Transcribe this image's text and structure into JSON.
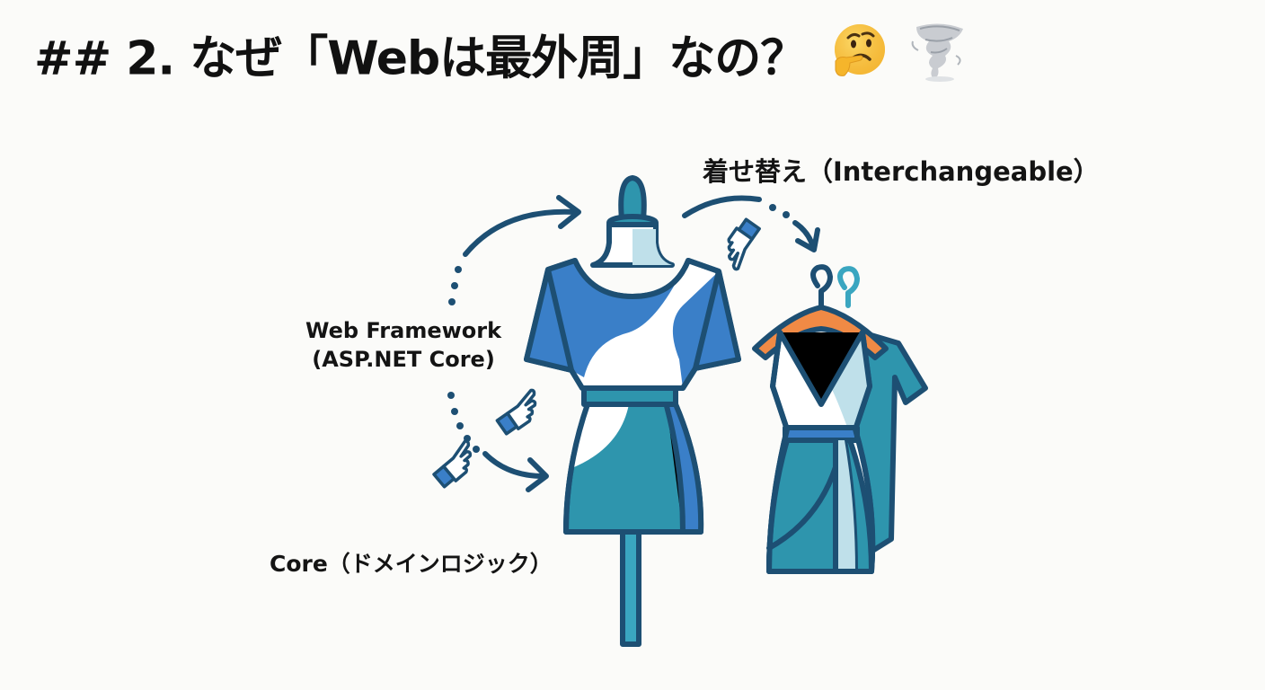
{
  "slide": {
    "title": "## 2. なぜ「Webは最外周」なの？",
    "title_emojis": [
      "thinking-face-icon",
      "tornado-icon"
    ]
  },
  "labels": {
    "interchangeable": "着せ替え（Interchangeable）",
    "web_framework_line1": "Web Framework",
    "web_framework_line2": "(ASP.NET Core)",
    "core": "Core（ドメインロジック）"
  },
  "illustration": {
    "subject": "mannequin-wearing-dress",
    "alternate": "dresses-on-hangers",
    "arrows": [
      "loop-arrow-left-top",
      "loop-arrow-left-bottom",
      "swap-arrow-right"
    ],
    "colors": {
      "outline": "#1d4f73",
      "blue": "#3a7fc8",
      "teal": "#2e95ad",
      "light": "#bfe0ea",
      "hanger_orange": "#f08a45",
      "hanger_teal": "#3aa6c0",
      "background": "#fbfbf9"
    }
  }
}
